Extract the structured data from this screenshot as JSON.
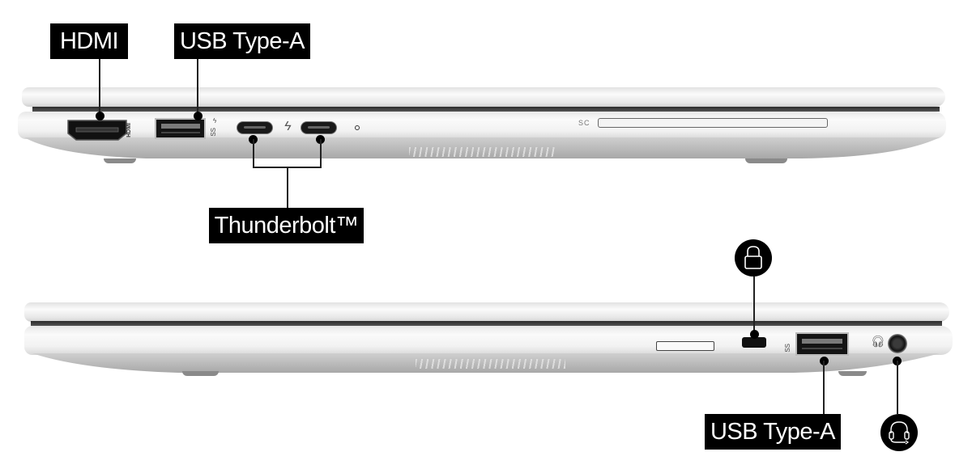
{
  "top_view": {
    "labels": {
      "hdmi": "HDMI",
      "usb_a": "USB Type-A",
      "thunderbolt": "Thunderbolt™"
    },
    "port_markings": {
      "hdmi": "HDMI",
      "usb_a": "SS",
      "smart_card": "SC"
    },
    "ports": [
      "HDMI",
      "USB Type-A (SuperSpeed, charging)",
      "USB Type-C Thunderbolt",
      "USB Type-C Thunderbolt",
      "LED indicator",
      "Smart card reader"
    ]
  },
  "bottom_view": {
    "labels": {
      "usb_a": "USB Type-A"
    },
    "icons": {
      "lock": "lock-icon",
      "headset": "headset-icon"
    },
    "port_markings": {
      "usb_a": "SS"
    },
    "ports": [
      "Nano SIM slot",
      "Security lock slot",
      "USB Type-A (SuperSpeed)",
      "Headphone/microphone combo jack"
    ]
  },
  "colors": {
    "label_bg": "#000000",
    "label_text": "#ffffff",
    "chassis": "#f0f0f0"
  }
}
